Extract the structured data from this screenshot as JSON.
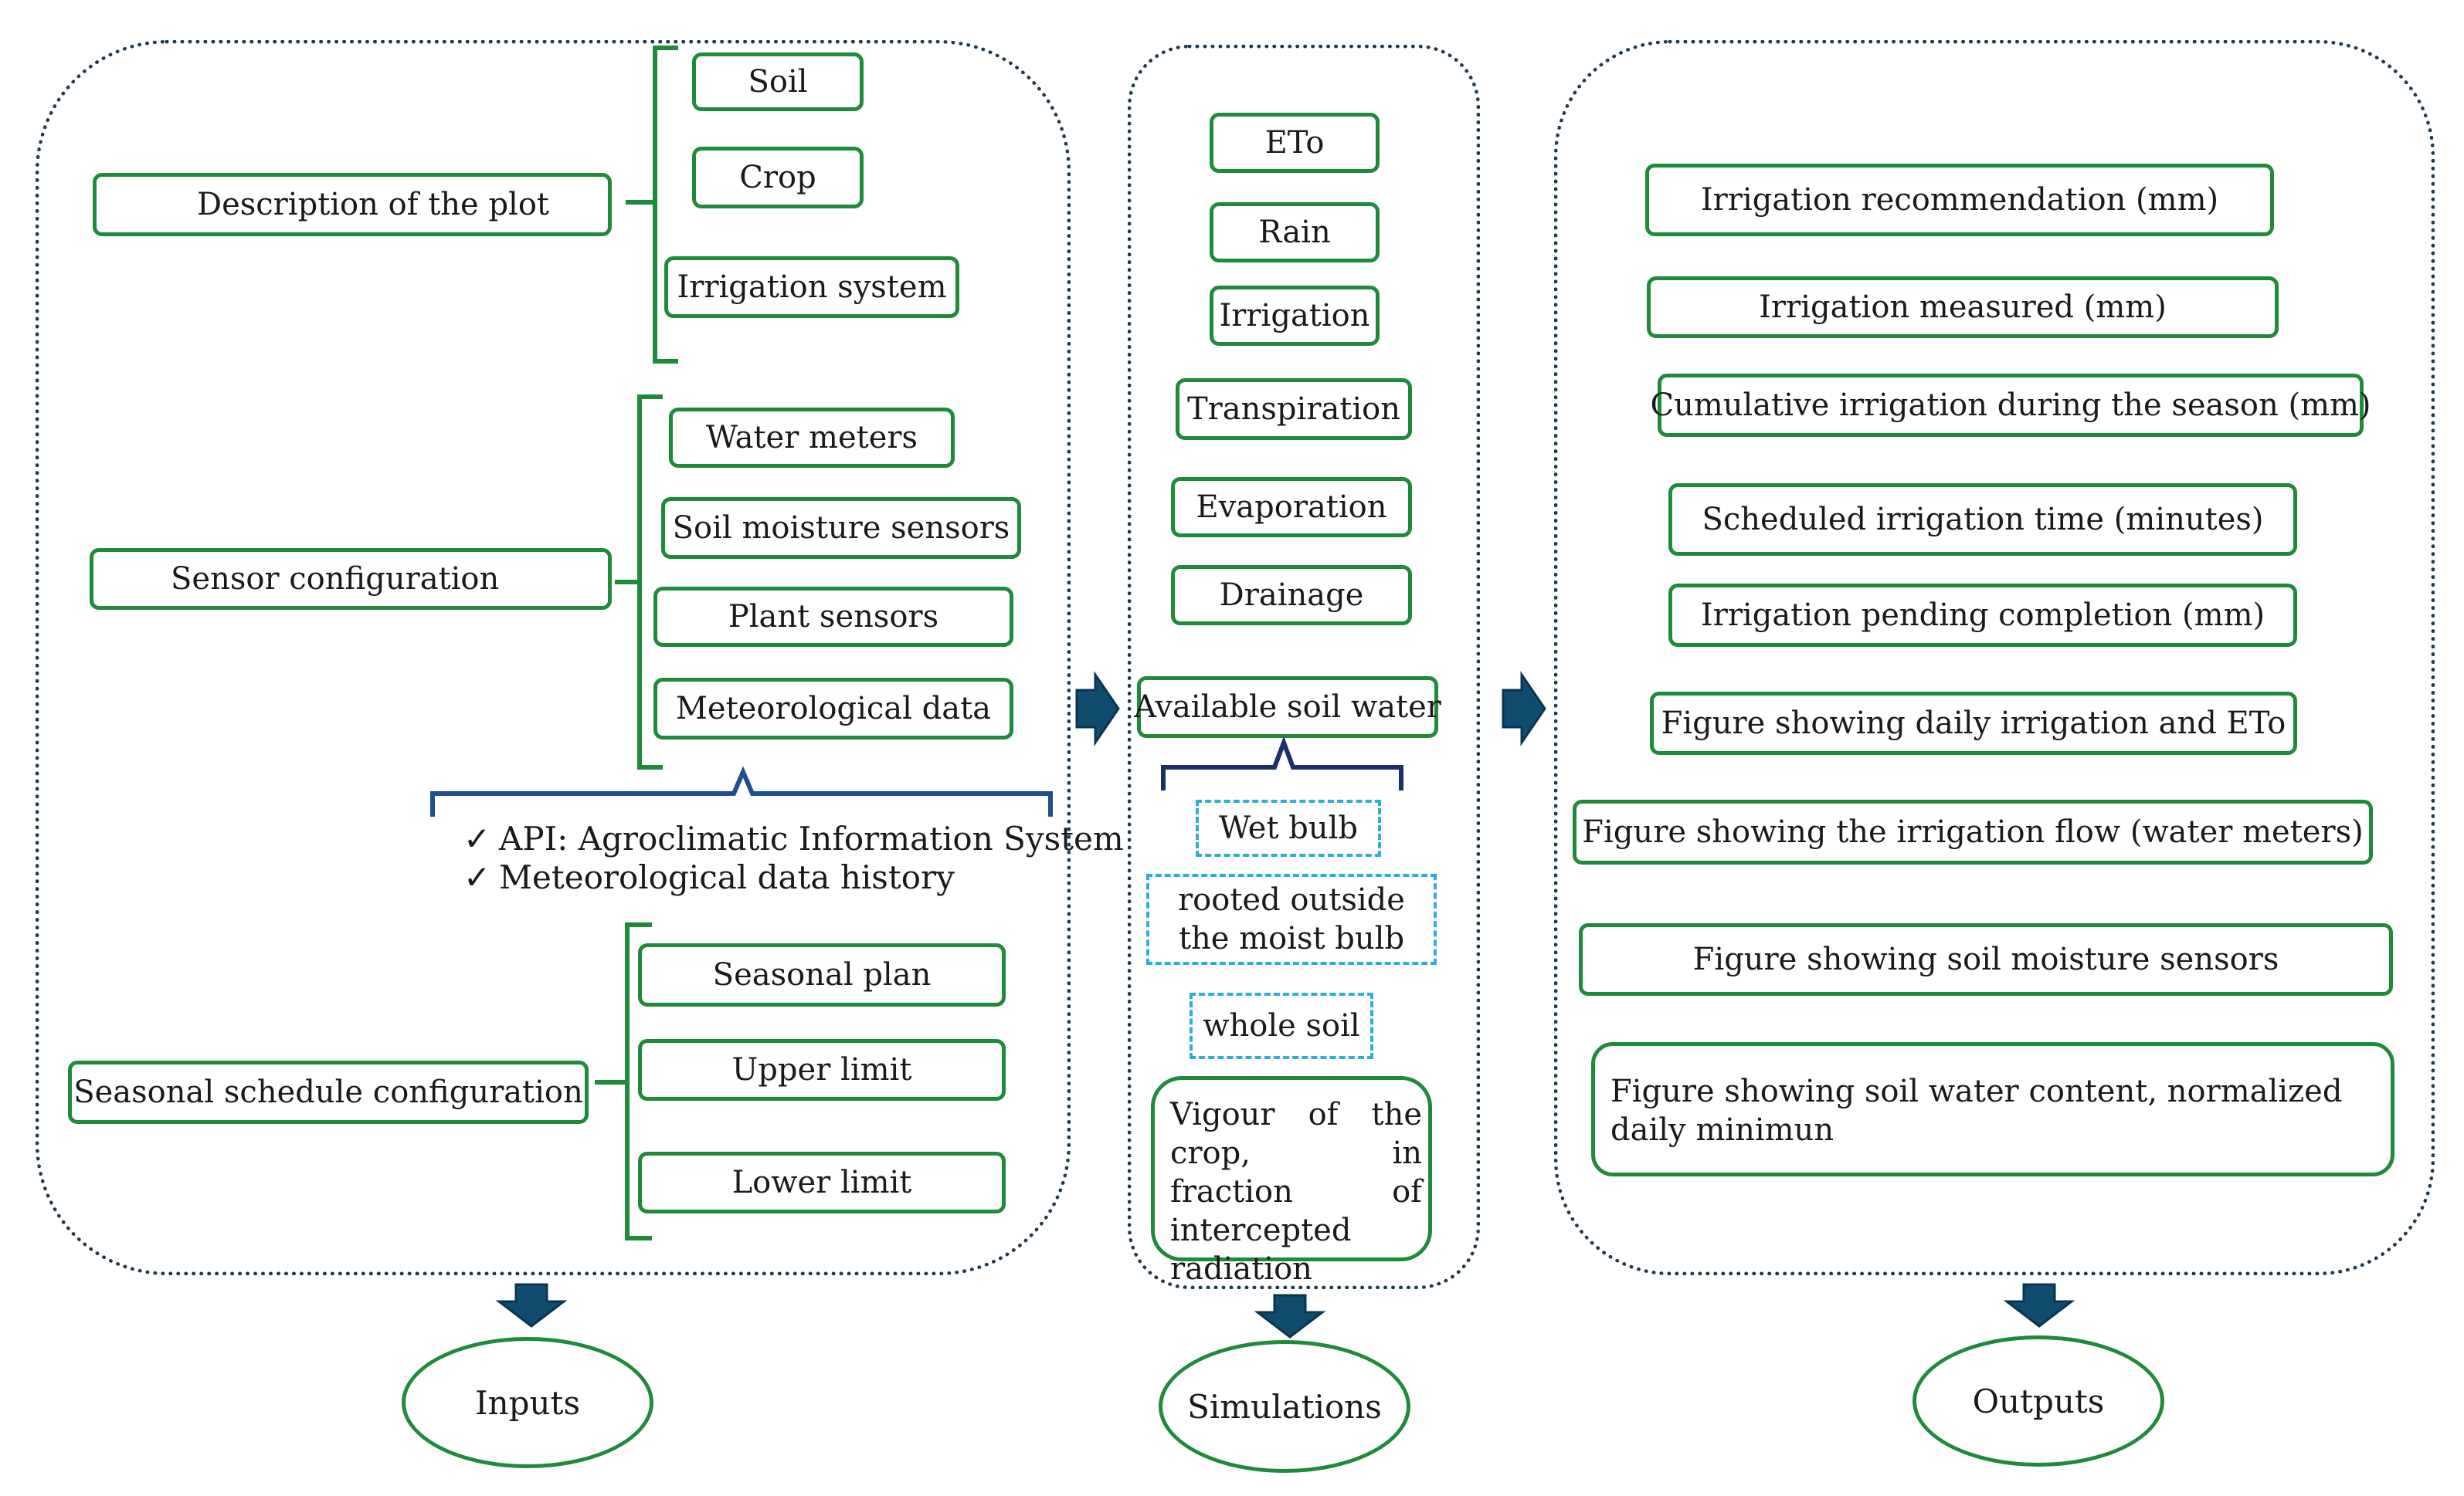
{
  "inputs": {
    "plot_label": "Description of the plot",
    "plot_items": [
      "Soil",
      "Crop",
      "Irrigation system"
    ],
    "sensor_label": "Sensor configuration",
    "sensor_items": [
      "Water meters",
      "Soil moisture sensors",
      "Plant sensors",
      "Meteorological data"
    ],
    "notes": [
      "API: Agroclimatic Information System",
      "Meteorological data history"
    ],
    "schedule_label": "Seasonal schedule configuration",
    "schedule_items": [
      "Seasonal plan",
      "Upper limit",
      "Lower limit"
    ],
    "footer": "Inputs"
  },
  "simulations": {
    "items": [
      "ETo",
      "Rain",
      "Irrigation",
      "Transpiration",
      "Evaporation",
      "Drainage",
      "Available soil water"
    ],
    "asw_options": [
      "Wet bulb",
      "rooted outside the moist bulb",
      "whole soil"
    ],
    "vigour": "Vigour of the crop, in fraction of intercepted radiation",
    "footer": "Simulations"
  },
  "outputs": {
    "items": [
      "Irrigation recommendation (mm)",
      "Irrigation measured (mm)",
      "Cumulative irrigation during the season (mm)",
      "Scheduled irrigation time (minutes)",
      "Irrigation pending completion (mm)",
      "Figure showing daily irrigation and ETo",
      "Figure showing the irrigation flow (water meters)",
      "Figure showing soil moisture sensors",
      "Figure showing soil water content, normalized daily minimun"
    ],
    "footer": "Outputs"
  },
  "colors": {
    "box_border": "#1f8a3a",
    "panel_border": "#1f3a4d",
    "arrow": "#0f4c6e",
    "bracket_blue": "#1f4e8c",
    "dashed_box": "#2aaee0"
  }
}
